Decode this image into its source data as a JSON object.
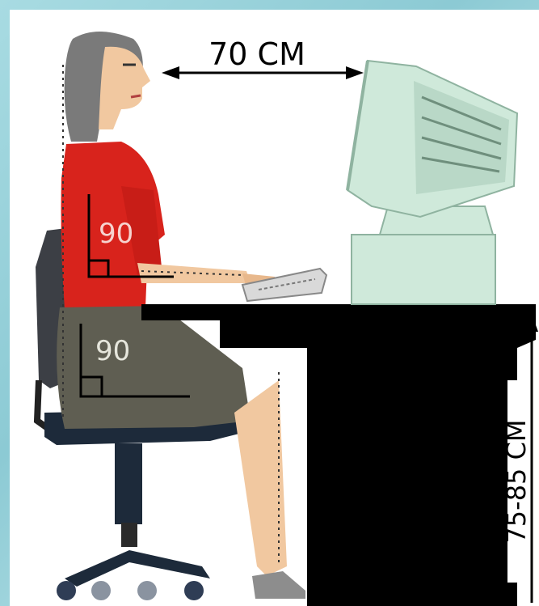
{
  "figure": {
    "distance_label": "70 CM",
    "height_label": "75-85 CM",
    "upper_angle_label": "90",
    "lower_angle_label": "90"
  },
  "colors": {
    "background": "#9fd3da",
    "shirt": "#d8231c",
    "skirt": "#5f5e52",
    "hair": "#7a7a7a",
    "skin": "#f1c8a0",
    "desk": "#000000",
    "monitor": "#cfe9da",
    "chair": "#1d2a3a"
  }
}
